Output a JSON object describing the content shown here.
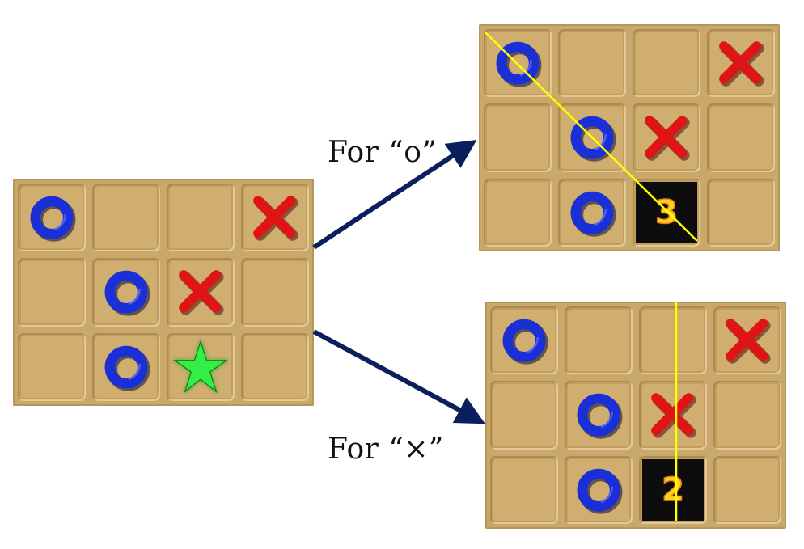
{
  "colors": {
    "board": "#c9a96b",
    "o_piece": "#1a2fd6",
    "x_piece": "#e01414",
    "star": "#33ee44",
    "arrow": "#0b1f5c",
    "win_line": "#ffff00",
    "count_box": "#0d0d0d",
    "count_text": "#ffd21f"
  },
  "diagram": {
    "source_board": {
      "rows": 3,
      "cols": 4,
      "cells": [
        [
          "o",
          "",
          "",
          "x"
        ],
        [
          "",
          "o",
          "x",
          ""
        ],
        [
          "",
          "o",
          "star",
          ""
        ]
      ],
      "candidate_move": {
        "row": 2,
        "col": 2,
        "icon": "star-icon"
      }
    },
    "branches": [
      {
        "caption": "For “o”",
        "player": "o",
        "count": "3",
        "line_direction": "diagonal",
        "cells": [
          [
            "o",
            "",
            "",
            "x"
          ],
          [
            "",
            "o",
            "x",
            ""
          ],
          [
            "",
            "o",
            "count",
            ""
          ]
        ]
      },
      {
        "caption": "For “×”",
        "player": "x",
        "count": "2",
        "line_direction": "vertical",
        "cells": [
          [
            "o",
            "",
            "",
            "x"
          ],
          [
            "",
            "o",
            "x",
            ""
          ],
          [
            "",
            "o",
            "count",
            ""
          ]
        ]
      }
    ]
  }
}
